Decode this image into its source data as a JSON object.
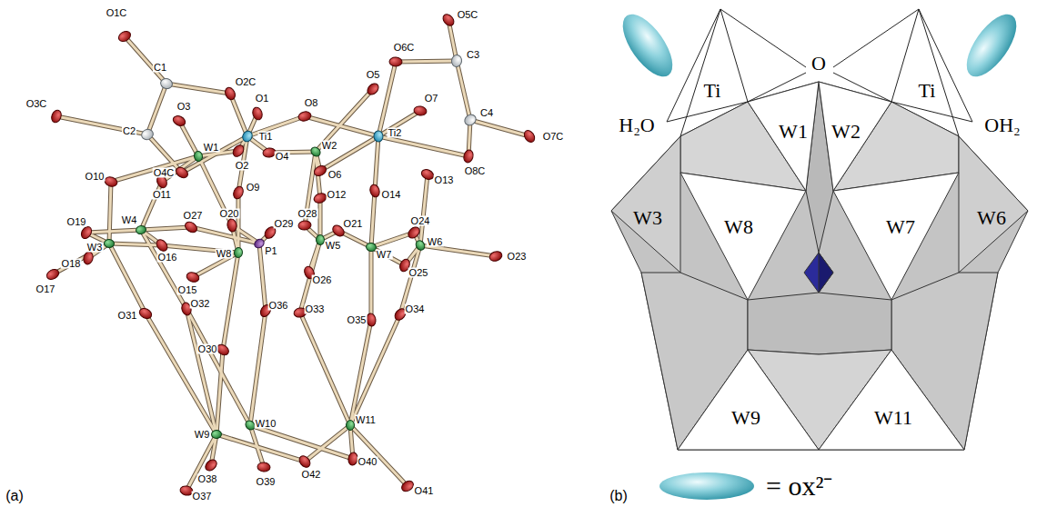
{
  "diagram": {
    "labels": [
      "(a)",
      "O1C",
      "C1",
      "O2C",
      "O3C",
      "C2",
      "O3",
      "O1",
      "Ti1",
      "O8",
      "O4C",
      "W1",
      "O2",
      "O4",
      "W2",
      "Ti2",
      "O5",
      "O6C",
      "O5C",
      "C3",
      "C4",
      "O7",
      "O7C",
      "O8C",
      "O6",
      "O10",
      "O11",
      "O9",
      "O12",
      "O13",
      "O14",
      "O19",
      "W4",
      "O27",
      "O20",
      "O29",
      "O28",
      "O21",
      "W5",
      "O24",
      "W3",
      "O16",
      "W8",
      "P1",
      "W7",
      "W6",
      "O18",
      "O17",
      "O15",
      "O26",
      "O25",
      "O23",
      "O31",
      "O32",
      "O36",
      "O33",
      "O30",
      "O35",
      "O34",
      "W9",
      "W10",
      "W11",
      "O38",
      "O39",
      "O42",
      "O40",
      "O41",
      "O37",
      "(b)",
      "O",
      "Ti",
      "Ti",
      "H₂O",
      "OH₂",
      "W1",
      "W2",
      "W3",
      "W8",
      "W7",
      "W6",
      "W9",
      "W11"
    ],
    "legend": [
      {
        "text": "= ox²⁻"
      }
    ]
  }
}
